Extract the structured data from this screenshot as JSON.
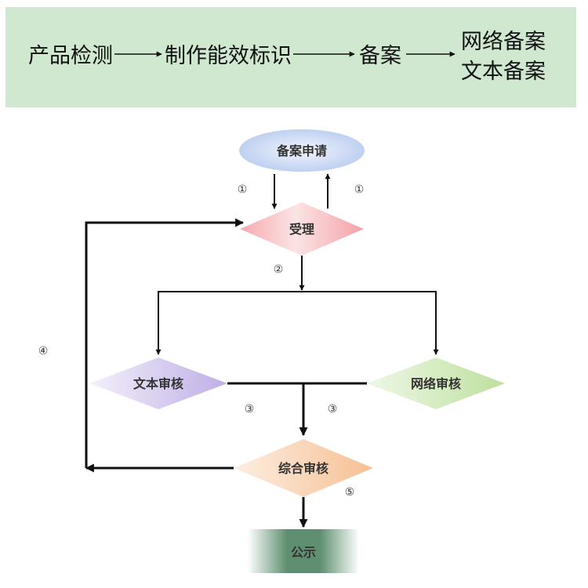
{
  "banner": {
    "step1": "产品检测",
    "step2": "制作能效标识",
    "step3": "备案",
    "step4_line1": "网络备案",
    "step4_line2": "文本备案"
  },
  "nodes": {
    "apply": "备案申请",
    "accept": "受理",
    "text_review": "文本审核",
    "net_review": "网络审核",
    "combined_review": "综合审核",
    "publish": "公示"
  },
  "markers": {
    "m1a": "①",
    "m1b": "①",
    "m2": "②",
    "m3a": "③",
    "m3b": "③",
    "m4": "④",
    "m5": "⑤"
  },
  "colors": {
    "banner_bg": "#cfe8cf",
    "apply": "#c7d6f2",
    "accept": "#f7c0c3",
    "text_review": "#d8cdf0",
    "net_review": "#d6ecc1",
    "combined_review": "#f9d6b7",
    "publish": "#6f9e7e"
  }
}
